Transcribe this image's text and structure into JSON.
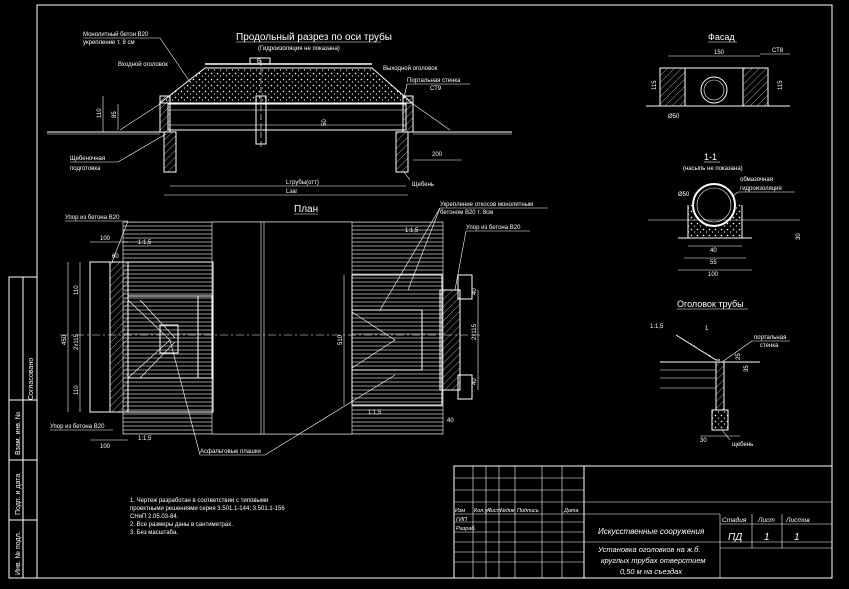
{
  "section_long": {
    "title": "Продольный разрез по оси трубы",
    "subtitle": "(Гидроизоляция не показана)",
    "lbl_concrete": "Монолитный бетон В20",
    "lbl_concrete_sub": "укрепление т. 8 см",
    "lbl_inlet": "Входной оголовок",
    "lbl_outlet": "Выходной оголовок",
    "lbl_portal": "Портальная стенка",
    "lbl_portal_code": "СТ9",
    "lbl_gravel": "Щебеночная",
    "lbl_gravel_sub": "подготовка",
    "lbl_gravel2": "Щебень",
    "dim_pipe": "Lтрубы(отт)",
    "dim_total": "Lзаг",
    "dim_110": "110",
    "dim_85": "85",
    "dim_50": "50",
    "dim_200": "200",
    "mark_b": "В"
  },
  "plan": {
    "title": "План",
    "lbl_stop_top": "Упор из бетона В20",
    "lbl_stop_bottom": "Упор из бетона В20",
    "lbl_stop_right": "Упор из бетона В20",
    "lbl_slopes": "Укрепление откосов монолитным",
    "lbl_slopes_sub": "бетоном В20 т. 8см",
    "lbl_asphalt": "Асфальтовые плашки",
    "slope_ratio": "1:1,5",
    "dim_100": "100",
    "dim_60": "60",
    "dim_40": "40",
    "dim_110": "110",
    "dim_2x115": "2x115",
    "dim_450": "450",
    "dim_510": "510"
  },
  "facade": {
    "title": "Фасад",
    "code": "СТ8",
    "dim_150": "150",
    "dim_115": "115",
    "dim_d": "Ø50"
  },
  "section_11": {
    "title": "1-1",
    "subtitle": "(насыпь не показана)",
    "lbl_wrap": "обмазочная",
    "lbl_wrap_sub": "гидроизоляция",
    "dim_d": "Ø50",
    "dim_40": "40",
    "dim_55": "55",
    "dim_100": "100",
    "dim_30": "30"
  },
  "headwall": {
    "title": "Оголовок трубы",
    "slope": "1:1,5",
    "lbl_portal": "портальная",
    "lbl_portal_sub": "стенка",
    "lbl_gravel": "щебень",
    "dim_1": "1",
    "dim_25": "25",
    "dim_35": "35",
    "dim_30": "30"
  },
  "notes": [
    "1. Чертеж разработан в соответствии с типовыми",
    "проектными решениями серия 3.501.1-144; 3.501.1-156",
    "СНиП 2.05.03-84.",
    "2. Все размеры даны в сантиметрах.",
    "3. Без масштаба."
  ],
  "side_stamp": {
    "agreed": "Согласовано",
    "inv_sub": "Взам. инв. №",
    "sign_date": "Подп. и дата",
    "inv_orig": "Инв. № подл."
  },
  "title_block": {
    "col_headers": [
      "Изм",
      "Кол.уч",
      "Лист",
      "№док",
      "Подпись",
      "Дата"
    ],
    "row_gip": "ГИП",
    "row_checked": "Разраб.",
    "project": "Искусственные сооружения",
    "drawing_title_1": "Установка оголовков на ж.б.",
    "drawing_title_2": "круглых трубах отверстием",
    "drawing_title_3": "0,50 м на съездах",
    "stage_label": "Стадия",
    "sheet_label": "Лист",
    "sheets_label": "Листов",
    "stage_value": "ПД",
    "sheet_value": "1",
    "sheets_value": "1"
  }
}
